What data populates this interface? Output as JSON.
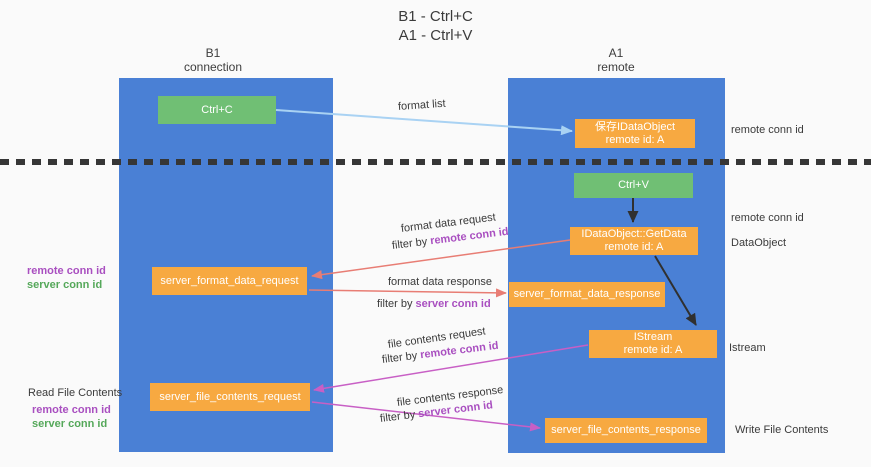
{
  "title": {
    "line1": "B1 - Ctrl+C",
    "line2": "A1 - Ctrl+V"
  },
  "lanes": {
    "left": {
      "name": "B1",
      "role": "connection"
    },
    "right": {
      "name": "A1",
      "role": "remote"
    }
  },
  "nodes": {
    "ctrl_c": {
      "label": "Ctrl+C"
    },
    "ctrl_v": {
      "label": "Ctrl+V"
    },
    "save_idataobject": {
      "line1": "保存IDataObject",
      "line2": "remote id: A"
    },
    "idataobject_getdata": {
      "line1": "IDataObject::GetData",
      "line2": "remote id: A"
    },
    "istream": {
      "line1": "IStream",
      "line2": "remote id: A"
    },
    "server_format_data_request": {
      "label": "server_format_data_request"
    },
    "server_format_data_response": {
      "label": "server_format_data_response"
    },
    "server_file_contents_request": {
      "label": "server_file_contents_request"
    },
    "server_file_contents_response": {
      "label": "server_file_contents_response"
    }
  },
  "edge_labels": {
    "format_list": "format list",
    "format_data_request": "format data request",
    "format_data_response": "format data response",
    "file_contents_request": "file contents request",
    "file_contents_response": "file contents response",
    "filter_by": "filter by ",
    "remote_conn_id": "remote conn id",
    "server_conn_id": "server conn id"
  },
  "side_labels": {
    "remote_conn_id": "remote conn id",
    "server_conn_id": "server conn id",
    "read_file_contents": "Read File Contents",
    "write_file_contents": "Write File Contents",
    "dataobject": "DataObject",
    "istream": "Istream"
  },
  "colors": {
    "lane_blue": "#4a80d5",
    "node_green": "#70bf74",
    "node_orange": "#f7a941",
    "accent_purple": "#a94fc0",
    "accent_green": "#55a85a",
    "arrow_blue": "#a9d2f3",
    "arrow_salmon": "#e87d74",
    "arrow_magenta": "#c85fc5",
    "arrow_black": "#303030"
  }
}
